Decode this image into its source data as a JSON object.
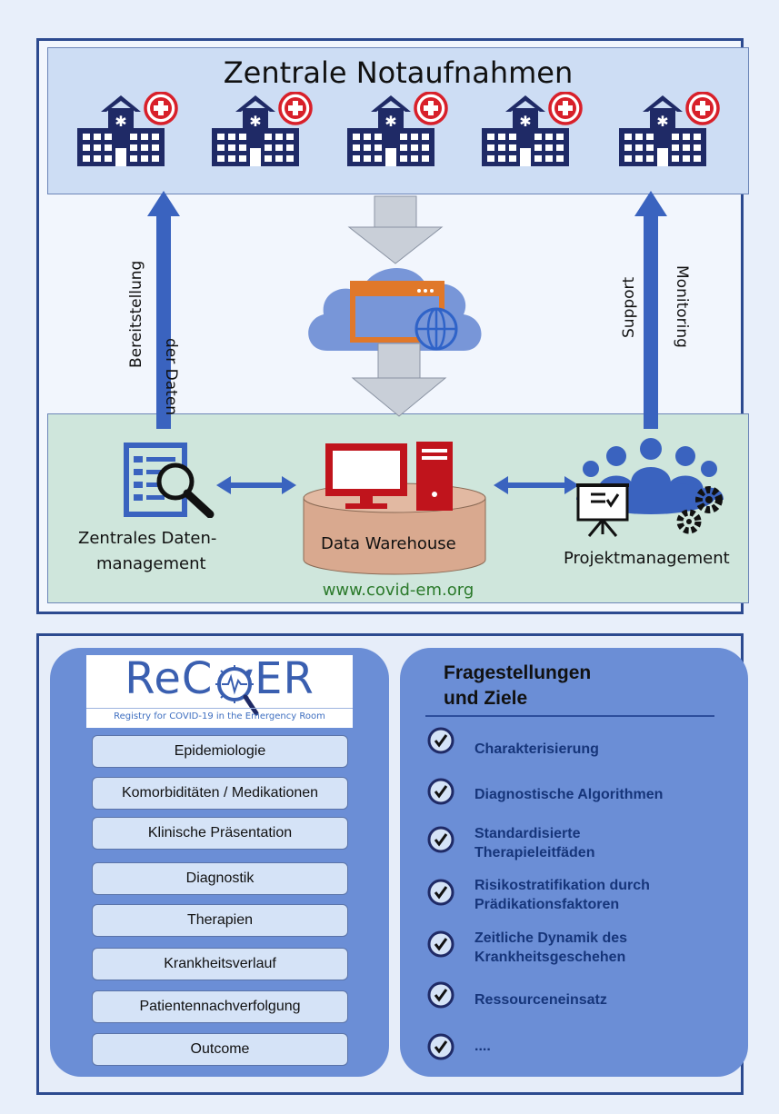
{
  "diagram": {
    "top_title": "Zentrale Notaufnahmen",
    "left_arrow_label_line1": "Bereitstellung",
    "left_arrow_label_line2": "der Daten",
    "right_arrow_label_line1": "Support",
    "right_arrow_label_line2": "Monitoring",
    "node_datenmanagement_line1": "Zentrales Daten-",
    "node_datenmanagement_line2": "management",
    "node_warehouse": "Data Warehouse",
    "node_projekt": "Projektmanagement",
    "url": "www.covid-em.org",
    "colors": {
      "arrow_blue": "#3a63bf",
      "hospital_navy": "#1f2a66",
      "cross_red": "#d8202a",
      "warehouse_fill": "#d9a98f",
      "computer_red": "#c0141c",
      "cloud_blue": "#7896d8",
      "window_orange": "#e0782a"
    }
  },
  "recover": {
    "logo_text": "ReC  vER",
    "logo_subtitle": "Registry for COVID-19 in the Emergency Room",
    "items": [
      "Epidemiologie",
      "Komorbiditäten / Medikationen",
      "Klinische Präsentation",
      "Diagnostik",
      "Therapien",
      "Krankheitsverlauf",
      "Patientennachverfolgung",
      "Outcome"
    ]
  },
  "fragestellungen": {
    "title_line1": "Fragestellungen",
    "title_line2": "und Ziele",
    "items": [
      {
        "line1": "Charakterisierung",
        "line2": ""
      },
      {
        "line1": "Diagnostische Algorithmen",
        "line2": ""
      },
      {
        "line1": "Standardisierte",
        "line2": "Therapieleitfäden"
      },
      {
        "line1": "Risikostratifikation durch",
        "line2": "Prädikationsfaktoren"
      },
      {
        "line1": "Zeitliche Dynamik des",
        "line2": "Krankheitsgeschehen"
      },
      {
        "line1": "Ressourceneinsatz",
        "line2": ""
      },
      {
        "line1": "....",
        "line2": ""
      }
    ]
  }
}
